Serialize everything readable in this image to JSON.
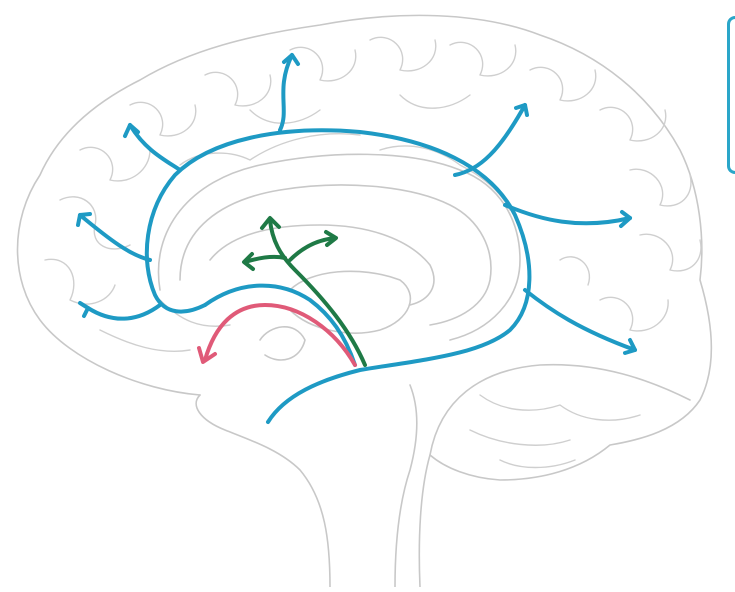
{
  "colors": {
    "background": "#ffffff",
    "outline": "#c8c8c8",
    "blue_pathway": "#1e9ac4",
    "green_pathway": "#1f7a46",
    "red_pathway": "#e05a78",
    "edge_panel": "#2aa6c9"
  },
  "diagram": {
    "subject": "brain-sagittal-section",
    "pathways": [
      "blue",
      "green",
      "red"
    ]
  }
}
